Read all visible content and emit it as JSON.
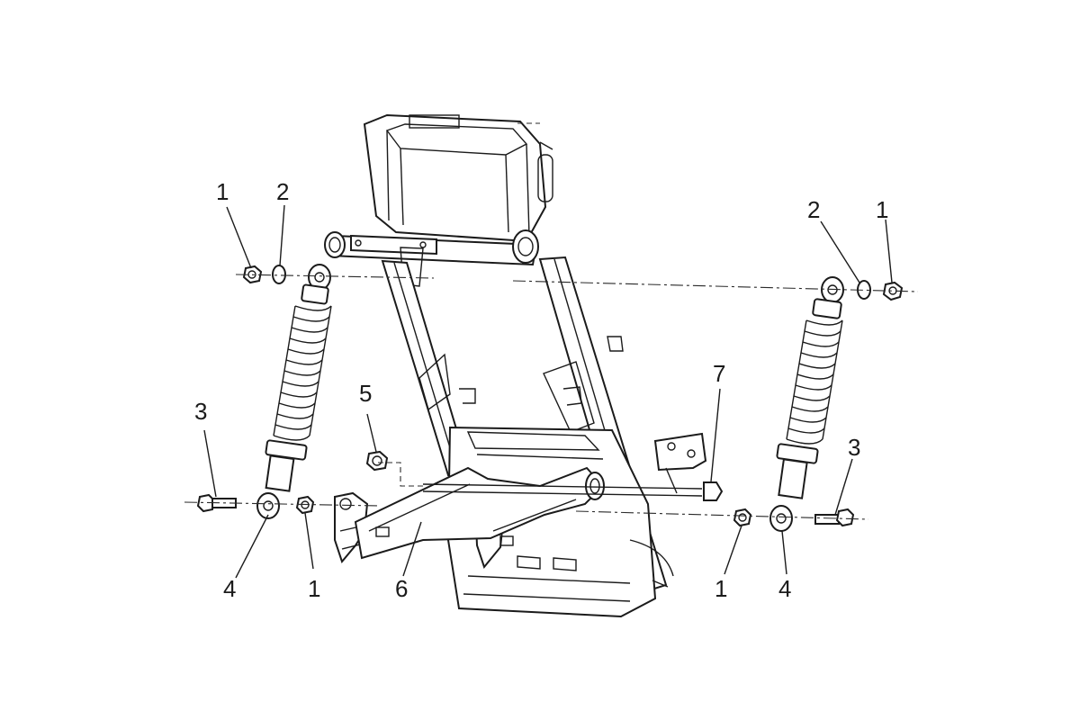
{
  "callouts": [
    {
      "id": "c1",
      "text": "1"
    },
    {
      "id": "c2",
      "text": "2"
    },
    {
      "id": "c3",
      "text": "3"
    },
    {
      "id": "c4",
      "text": "4"
    },
    {
      "id": "c5",
      "text": "1"
    },
    {
      "id": "c6",
      "text": "5"
    },
    {
      "id": "c7",
      "text": "6"
    },
    {
      "id": "c8",
      "text": "7"
    },
    {
      "id": "c9",
      "text": "1"
    },
    {
      "id": "c10",
      "text": "4"
    },
    {
      "id": "c11",
      "text": "3"
    },
    {
      "id": "c12",
      "text": "2"
    },
    {
      "id": "c13",
      "text": "1"
    }
  ]
}
